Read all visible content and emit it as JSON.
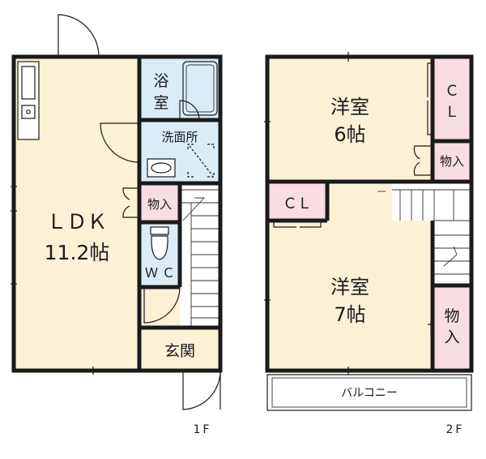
{
  "floor1": {
    "ldk_line1": "ＬＤＫ",
    "ldk_line2": "11.2帖",
    "bath_line1": "浴",
    "bath_line2": "室",
    "washroom": "洗面所",
    "storage": "物入",
    "wc_line1": "Ｗ",
    "wc_line2": "Ｃ",
    "entrance": "玄関",
    "floor_label": "1F"
  },
  "floor2": {
    "room_a_line1": "洋室",
    "room_a_line2": "6帖",
    "room_b_line1": "洋室",
    "room_b_line2": "7帖",
    "cl_top_line1": "Ｃ",
    "cl_top_line2": "Ｌ",
    "cl_mid": "ＣＬ",
    "storage_top": "物入",
    "storage_bottom_line1": "物",
    "storage_bottom_line2": "入",
    "balcony": "バルコニー",
    "floor_label": "2F"
  },
  "colors": {
    "room_fill": "#fbf2d6",
    "wet_fill": "#dcecf7",
    "closet_fill": "#f8dde3",
    "wall": "#1a1a1a"
  }
}
